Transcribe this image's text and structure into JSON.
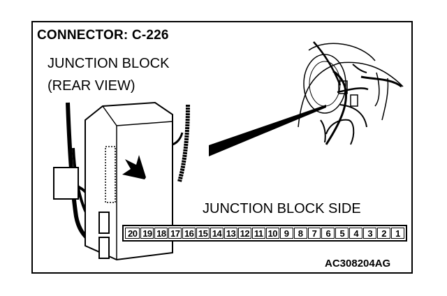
{
  "title": "CONNECTOR: C-226",
  "junction_block_line1": "JUNCTION BLOCK",
  "junction_block_line2": "(REAR VIEW)",
  "junction_block_side": "JUNCTION BLOCK SIDE",
  "figure_code": "AC308204AG",
  "pins": [
    "20",
    "19",
    "18",
    "17",
    "16",
    "15",
    "14",
    "13",
    "12",
    "11",
    "10",
    "9",
    "8",
    "7",
    "6",
    "5",
    "4",
    "3",
    "2",
    "1"
  ],
  "colors": {
    "ink": "#000000",
    "background": "#ffffff"
  }
}
